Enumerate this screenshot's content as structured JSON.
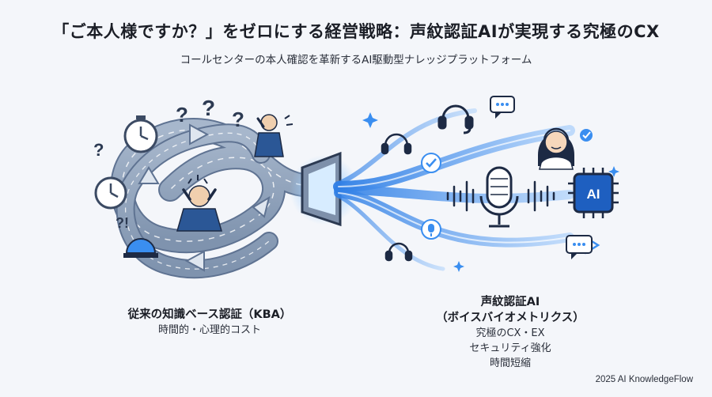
{
  "header": {
    "title": "「ご本人様ですか？」をゼロにする経営戦略：声紋認証AIが実現する究極のCX",
    "subtitle": "コールセンターの本人確認を革新するAI駆動型ナレッジプラットフォーム"
  },
  "left_panel": {
    "heading": "従来の知識ベース認証（KBA）",
    "caption": "時間的・心理的コスト",
    "marks": [
      "?",
      "?",
      "?",
      "?",
      "?!"
    ]
  },
  "right_panel": {
    "heading_line1": "声紋認証AI",
    "heading_line2": "（ボイスバイオメトリクス）",
    "benefits": [
      "究極のCX・EX",
      "セキュリティ強化",
      "時間短縮"
    ],
    "chip_label": "AI"
  },
  "footer": {
    "credit": "2025 AI KnowledgeFlow"
  },
  "colors": {
    "road": "#8ea2bd",
    "road_edge": "#5f7392",
    "flow": "#3a8ef0",
    "accent_dark": "#1e5fc0",
    "navy": "#1d2a44"
  }
}
